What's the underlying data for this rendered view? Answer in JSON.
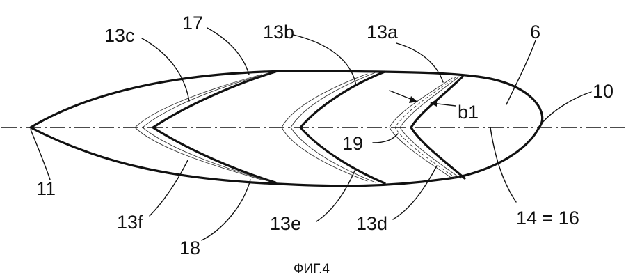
{
  "figure": {
    "caption": "ФИГ.4",
    "labels": {
      "l6": "6",
      "l10": "10",
      "l11": "11",
      "l13a": "13a",
      "l13b": "13b",
      "l13c": "13c",
      "l13d": "13d",
      "l13e": "13e",
      "l13f": "13f",
      "l14_16": "14 = 16",
      "l17": "17",
      "l18": "18",
      "l19": "19",
      "lb1": "b1"
    }
  }
}
